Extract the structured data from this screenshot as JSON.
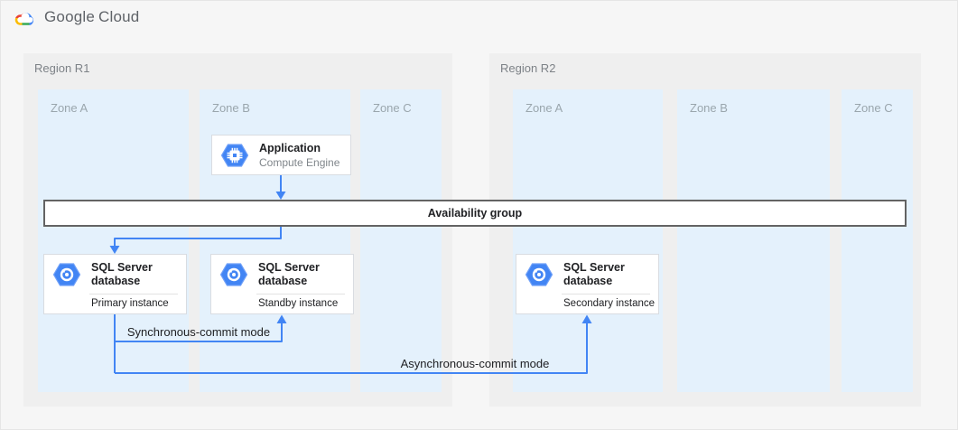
{
  "logo": {
    "icon": "google-cloud-logo-icon",
    "text_google": "Google",
    "text_cloud": "Cloud"
  },
  "regions": [
    {
      "label": "Region R1",
      "zones": [
        {
          "label": "Zone A"
        },
        {
          "label": "Zone B"
        },
        {
          "label": "Zone C"
        }
      ]
    },
    {
      "label": "Region R2",
      "zones": [
        {
          "label": "Zone A"
        },
        {
          "label": "Zone B"
        },
        {
          "label": "Zone C"
        }
      ]
    }
  ],
  "availability_bar": {
    "label": "Availability group"
  },
  "nodes": {
    "application": {
      "icon": "compute-engine-icon",
      "title": "Application",
      "subtitle": "Compute Engine"
    },
    "primary": {
      "icon": "sql-server-icon",
      "title": "SQL Server database",
      "instance": "Primary instance"
    },
    "standby": {
      "icon": "sql-server-icon",
      "title": "SQL Server database",
      "instance": "Standby instance"
    },
    "secondary": {
      "icon": "sql-server-icon",
      "title": "SQL Server database",
      "instance": "Secondary instance"
    }
  },
  "edges": {
    "app_to_group": {
      "from": "application",
      "to": "availability-group"
    },
    "group_to_primary": {
      "from": "availability-group",
      "to": "primary"
    },
    "sync": {
      "label": "Synchronous-commit mode",
      "from": "primary",
      "to": "standby"
    },
    "async": {
      "label": "Asynchronous-commit mode",
      "from": "primary",
      "to": "secondary"
    }
  },
  "colors": {
    "accent_blue": "#4285f4",
    "zone_fill": "#e4f1fc",
    "region_fill": "#efefef",
    "canvas_bg": "#f6f6f6",
    "bar_border": "#636363",
    "logo_red": "#ea4335",
    "logo_yellow": "#fbbc05",
    "logo_green": "#34a853",
    "logo_blue": "#4285f4"
  }
}
